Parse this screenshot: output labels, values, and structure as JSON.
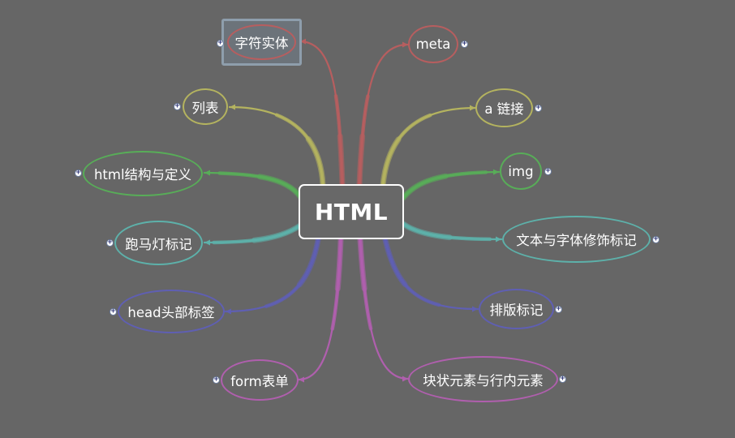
{
  "center": {
    "label": "HTML"
  },
  "nodes": [
    {
      "id": "zifu-shiti",
      "label": "字符实体",
      "side": "left",
      "color": "#b75e5f",
      "selected": true
    },
    {
      "id": "liebiao",
      "label": "列表",
      "side": "left",
      "color": "#b4b35f"
    },
    {
      "id": "html-jiegou",
      "label": "html结构与定义",
      "side": "left",
      "color": "#58ad58"
    },
    {
      "id": "paomadeng",
      "label": "跑马灯标记",
      "side": "left",
      "color": "#5db1aa"
    },
    {
      "id": "head-toubu",
      "label": "head头部标签",
      "side": "left",
      "color": "#5f5fb3"
    },
    {
      "id": "form-biaodan",
      "label": "form表单",
      "side": "left",
      "color": "#b05fae"
    },
    {
      "id": "meta",
      "label": "meta",
      "side": "right",
      "color": "#b75e5f"
    },
    {
      "id": "a-lianjie",
      "label": "a 链接",
      "side": "right",
      "color": "#b4b35f"
    },
    {
      "id": "img",
      "label": "img",
      "side": "right",
      "color": "#58ad58"
    },
    {
      "id": "wenben",
      "label": "文本与字体修饰标记",
      "side": "right",
      "color": "#5db1aa"
    },
    {
      "id": "paiban",
      "label": "排版标记",
      "side": "right",
      "color": "#5f5fb3"
    },
    {
      "id": "kuaizhuang",
      "label": "块状元素与行内元素",
      "side": "right",
      "color": "#b05fae"
    }
  ],
  "expander_icon": "plus-circle-icon",
  "colors": {
    "background": "#666666",
    "selection_frame": "#8e9eac"
  }
}
